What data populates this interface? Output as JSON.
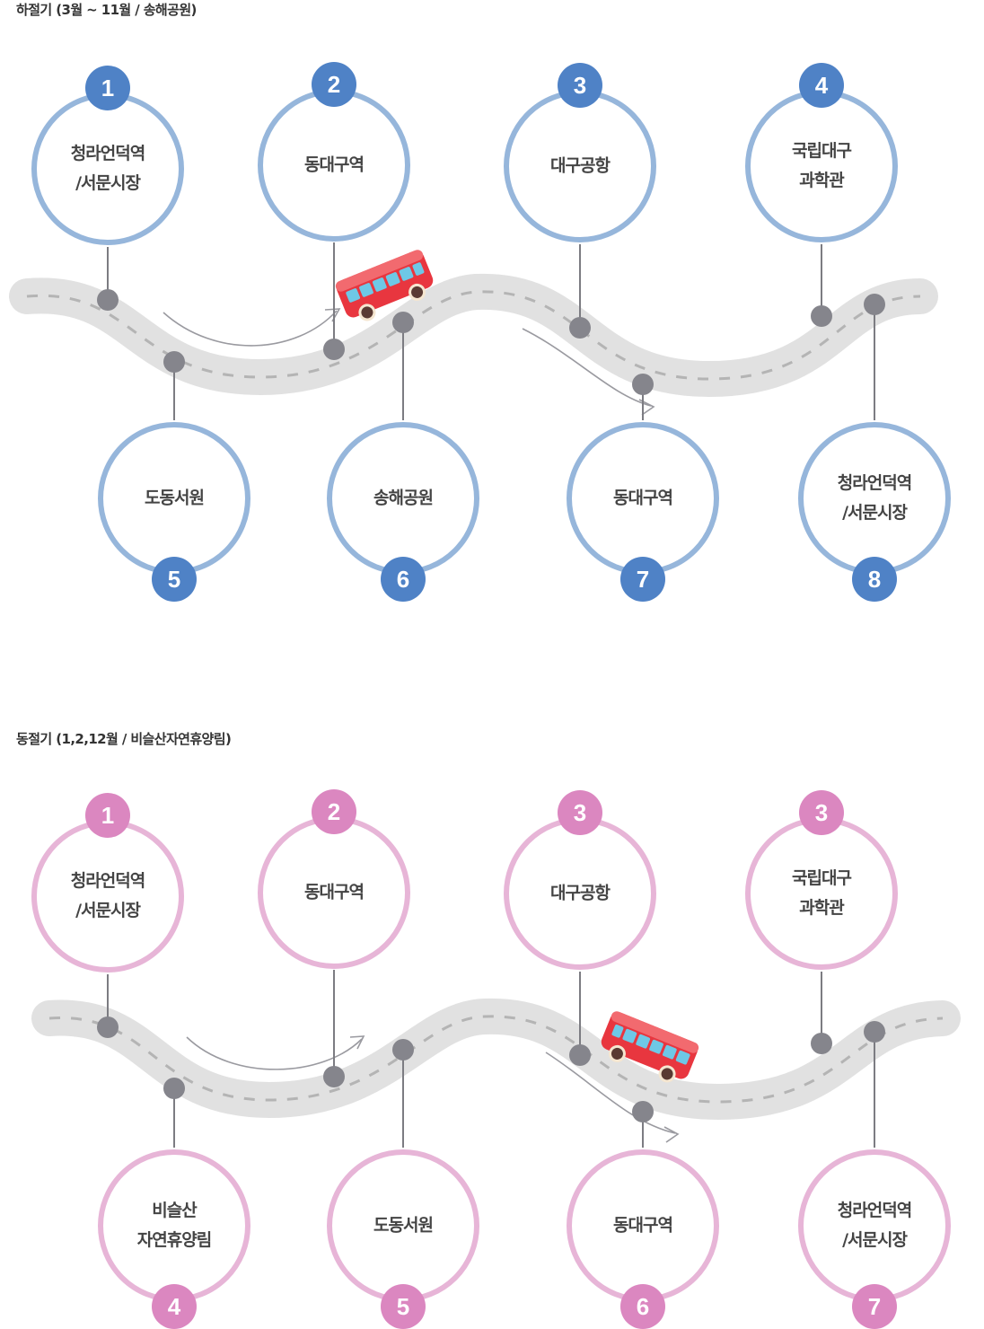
{
  "colors": {
    "summer_ring": "#96b6db",
    "summer_badge": "#4f82c6",
    "winter_ring": "#e7b5d7",
    "winter_badge": "#db87c0",
    "road": "#e1e1e1",
    "road_dash": "#b4b4b4",
    "connector": "#7c7c82",
    "dot": "#85858c",
    "bus_body": "#e8363f",
    "bus_window": "#6ec8e6"
  },
  "summer": {
    "title": "하절기 (3월 ~ 11월  / 송해공원)",
    "stops": [
      {
        "num": "1",
        "lines": [
          "청라언덕역",
          "/서문시장"
        ]
      },
      {
        "num": "2",
        "lines": [
          "동대구역"
        ]
      },
      {
        "num": "3",
        "lines": [
          "대구공항"
        ]
      },
      {
        "num": "4",
        "lines": [
          "국립대구",
          "과학관"
        ]
      },
      {
        "num": "5",
        "lines": [
          "도동서원"
        ]
      },
      {
        "num": "6",
        "lines": [
          "송해공원"
        ]
      },
      {
        "num": "7",
        "lines": [
          "동대구역"
        ]
      },
      {
        "num": "8",
        "lines": [
          "청라언덕역",
          "/서문시장"
        ]
      }
    ]
  },
  "winter": {
    "title": "동절기 (1,2,12월 / 비슬산자연휴양림)",
    "stops": [
      {
        "num": "1",
        "lines": [
          "청라언덕역",
          "/서문시장"
        ]
      },
      {
        "num": "2",
        "lines": [
          "동대구역"
        ]
      },
      {
        "num": "3",
        "lines": [
          "대구공항"
        ]
      },
      {
        "num": "3",
        "lines": [
          "국립대구",
          "과학관"
        ]
      },
      {
        "num": "4",
        "lines": [
          "비슬산",
          "자연휴양림"
        ]
      },
      {
        "num": "5",
        "lines": [
          "도동서원"
        ]
      },
      {
        "num": "6",
        "lines": [
          "동대구역"
        ]
      },
      {
        "num": "7",
        "lines": [
          "청라언덕역",
          "/서문시장"
        ]
      }
    ]
  }
}
